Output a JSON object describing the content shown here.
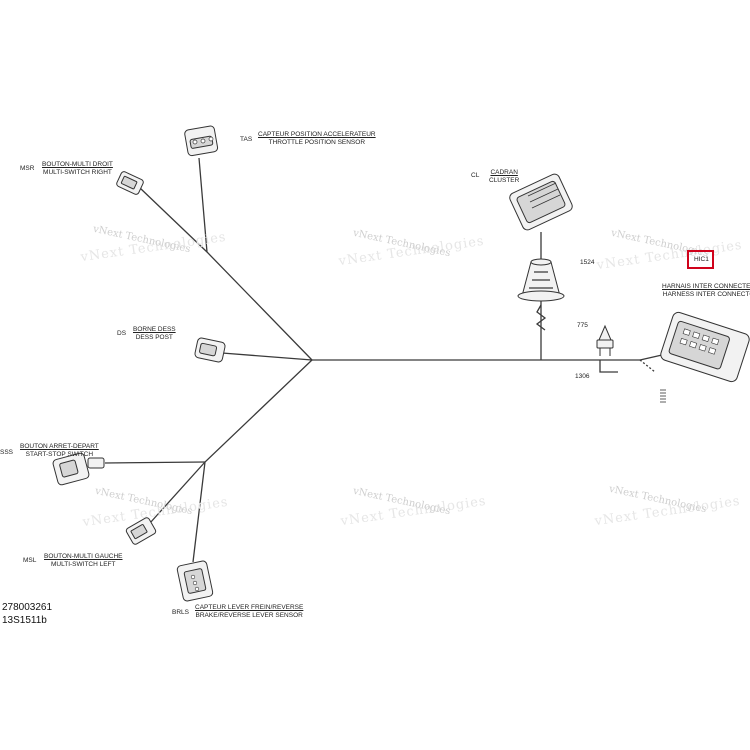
{
  "watermark": {
    "text": "vNext Technologies"
  },
  "connectors": {
    "tas": {
      "code": "TAS",
      "fr": "CAPTEUR POSITION ACCELERATEUR",
      "en": "THROTTLE POSITION SENSOR"
    },
    "msr": {
      "code": "MSR",
      "fr": "BOUTON-MULTI DROIT",
      "en": "MULTI-SWITCH RIGHT"
    },
    "ds": {
      "code": "DS",
      "fr": "BORNE DESS",
      "en": "DESS POST"
    },
    "sss": {
      "code": "SSS",
      "fr": "BOUTON ARRET-DEPART",
      "en": "START-STOP SWITCH"
    },
    "msl": {
      "code": "MSL",
      "fr": "BOUTON-MULTI GAUCHE",
      "en": "MULTI-SWITCH LEFT"
    },
    "brls": {
      "code": "BRLS",
      "fr": "CAPTEUR LEVER FREIN/REVERSE",
      "en": "BRAKE/REVERSE LEVER SENSOR"
    },
    "cl": {
      "code": "CL",
      "fr": "CADRAN",
      "en": "CLUSTER"
    },
    "hic": {
      "code": "HIC1",
      "fr": "HARNAIS INTER CONNECTEUR",
      "en": "HARNESS INTER CONNECTOR"
    }
  },
  "part_numbers": {
    "p1524": "1524",
    "p775": "775",
    "p1306": "1306"
  },
  "reference": {
    "line1": "278003261",
    "line2": "13S1511b"
  },
  "colors": {
    "highlight": "#d0021b"
  }
}
